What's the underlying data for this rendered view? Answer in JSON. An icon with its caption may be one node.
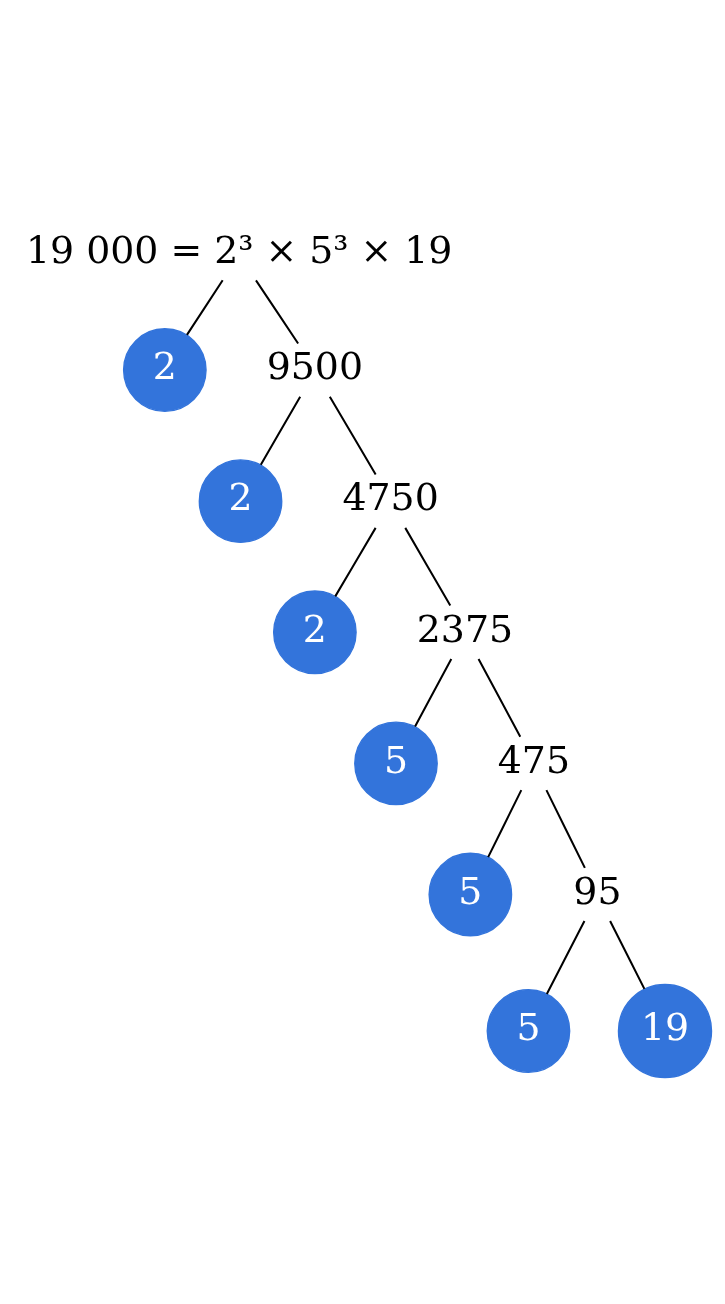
{
  "diagram": {
    "nodes": [
      {
        "text": [
          "19 000 = 2³ × 5³ × 19"
        ]
      },
      {
        "text": [
          "2"
        ]
      },
      {
        "text": [
          "9500"
        ]
      },
      {
        "text": [
          "2"
        ]
      },
      {
        "text": [
          "4750"
        ]
      },
      {
        "text": [
          "2"
        ]
      },
      {
        "text": [
          "2375"
        ]
      },
      {
        "text": [
          "5"
        ]
      },
      {
        "text": [
          "475"
        ]
      },
      {
        "text": [
          "5"
        ]
      },
      {
        "text": [
          "95"
        ]
      },
      {
        "text": [
          "5"
        ]
      },
      {
        "text": [
          "19"
        ]
      }
    ],
    "edges": [
      {
        "from": 0,
        "to": 1,
        "arrow": "none"
      },
      {
        "from": 0,
        "to": 2,
        "arrow": "none"
      },
      {
        "from": 2,
        "to": 3,
        "arrow": "none"
      },
      {
        "from": 2,
        "to": 4,
        "arrow": "none"
      },
      {
        "from": 4,
        "to": 5,
        "arrow": "none"
      },
      {
        "from": 4,
        "to": 6,
        "arrow": "none"
      },
      {
        "from": 6,
        "to": 7,
        "arrow": "none"
      },
      {
        "from": 6,
        "to": 8,
        "arrow": "none"
      },
      {
        "from": 8,
        "to": 9,
        "arrow": "none"
      },
      {
        "from": 8,
        "to": 10,
        "arrow": "none"
      },
      {
        "from": 10,
        "to": 11,
        "arrow": "none"
      },
      {
        "from": 10,
        "to": 12,
        "arrow": "none"
      }
    ]
  }
}
